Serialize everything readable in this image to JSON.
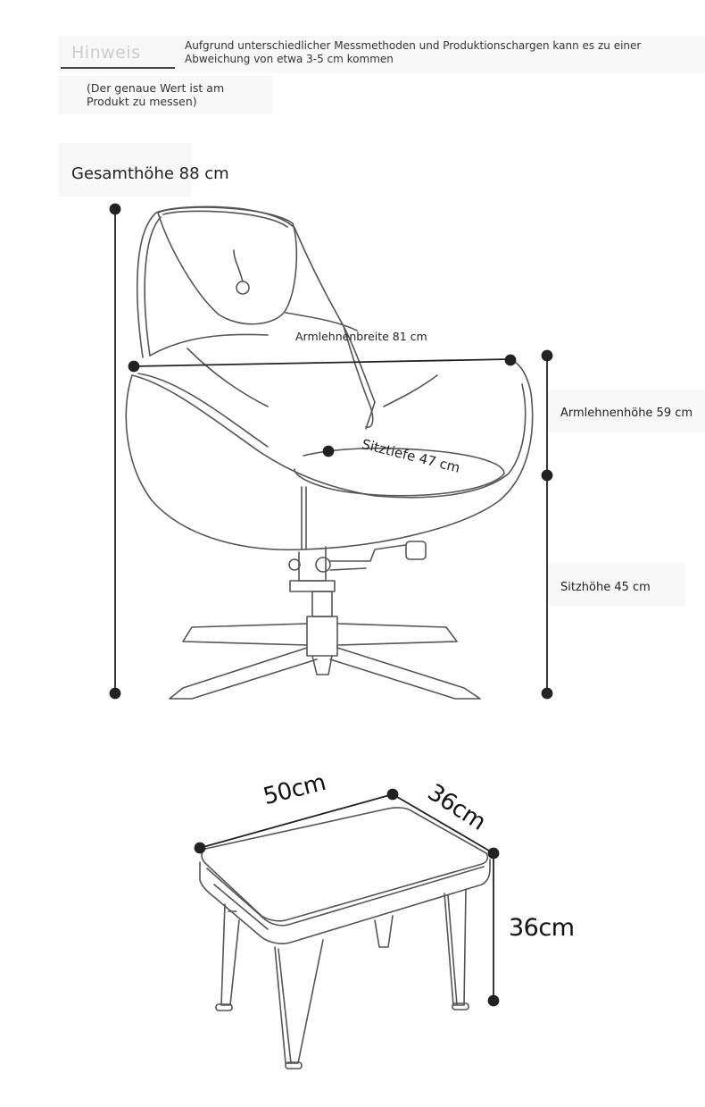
{
  "header": {
    "hint_title": "Hinweis",
    "note_main": "Aufgrund unterschiedlicher Messmethoden und Produktionschargen kann es zu einer Abweichung von etwa 3-5 cm kommen",
    "note_sub": "(Der genaue Wert ist am Produkt zu messen)"
  },
  "chair": {
    "total_height": "Gesamthöhe 88 cm",
    "armrest_width": "Armlehnenbreite 81 cm",
    "armrest_height": "Armlehnenhöhe 59 cm",
    "seat_depth": "Sitztiefe 47 cm",
    "seat_height": "Sitzhöhe 45 cm"
  },
  "stool": {
    "width": "50cm",
    "depth": "36cm",
    "height": "36cm"
  },
  "colors": {
    "line": "#555555",
    "dimension": "#222222",
    "background": "#ffffff"
  }
}
